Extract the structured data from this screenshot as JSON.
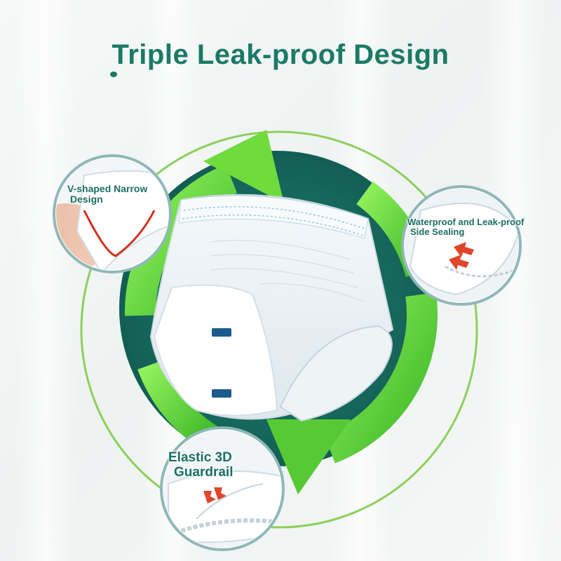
{
  "title": "Triple Leak-proof Design",
  "features": {
    "v_shaped": {
      "label": "V-shaped Narrow Design",
      "line1": "V-shaped Narrow",
      "line2": "Design"
    },
    "waterproof": {
      "label": "Waterproof and Leak-proof Side Sealing",
      "line1": "Waterproof and Leak-proof",
      "line2": "Side Sealing"
    },
    "elastic": {
      "label": "Elastic 3D Guardrail",
      "line1": "Elastic 3D",
      "line2": "Guardrail"
    }
  },
  "colors": {
    "title": "#1a7a66",
    "ring": "#8ccf5a",
    "arrow": "#6fdb3c",
    "disc": "#186e62",
    "accent_arrow": "#e0452a"
  },
  "icons": [
    "circular-arrow-icon",
    "red-arrow-icon"
  ]
}
